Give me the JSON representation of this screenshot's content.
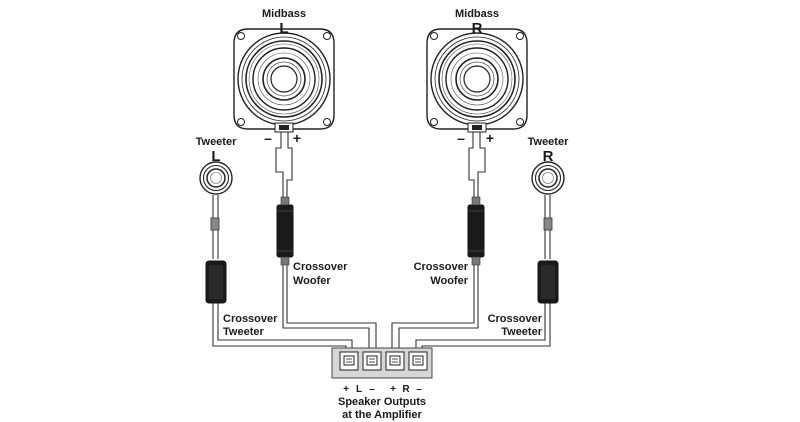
{
  "midbass_left": {
    "title": "Midbass",
    "channel": "L",
    "minus": "–",
    "plus": "+"
  },
  "midbass_right": {
    "title": "Midbass",
    "channel": "R",
    "minus": "–",
    "plus": "+"
  },
  "tweeter_left": {
    "title": "Tweeter",
    "channel": "L"
  },
  "tweeter_right": {
    "title": "Tweeter",
    "channel": "R"
  },
  "crossover_woofer_left": {
    "line1": "Crossover",
    "line2": "Woofer"
  },
  "crossover_woofer_right": {
    "line1": "Crossover",
    "line2": "Woofer"
  },
  "crossover_tweeter_left": {
    "line1": "Crossover",
    "line2": "Tweeter"
  },
  "crossover_tweeter_right": {
    "line1": "Crossover",
    "line2": "Tweeter"
  },
  "amplifier": {
    "terminal_labels": [
      "+",
      "L",
      "–",
      "+",
      "R",
      "–"
    ],
    "caption_line1": "Speaker Outputs",
    "caption_line2": "at the Amplifier"
  }
}
